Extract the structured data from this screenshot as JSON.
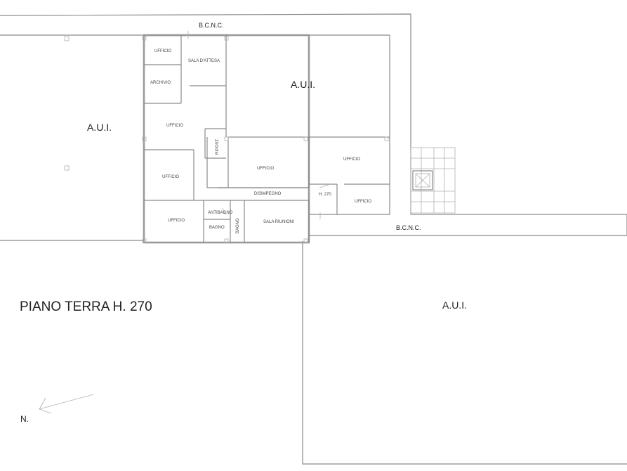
{
  "title": "PIANO TERRA H. 270",
  "north": "N.",
  "labels": {
    "bcnc_top": "B.C.N.C.",
    "bcnc_right": "B.C.N.C.",
    "aui_left": "A.U.I.",
    "aui_center": "A.U.I.",
    "aui_bottom": "A.U.I.",
    "ufficio_1": "UFFICIO",
    "sala_attesa": "SALA D'ATTESA",
    "archivio": "ARCHIVIO",
    "ufficio_2": "UFFICIO",
    "ripost": "RIPOST.",
    "ufficio_3": "UFFICIO",
    "ufficio_4": "UFFICIO",
    "ufficio_5": "UFFICIO",
    "disimpegno": "DISIMPEGNO",
    "h270": "H. 270",
    "ufficio_6": "UFFICIO",
    "ufficio_7": "UFFICIO",
    "antibagno": "ANTIBAGNO",
    "bagno_1": "BAGNO",
    "bagno_2": "BAGNO",
    "sala_riunioni": "SALA RIUNIONI"
  }
}
